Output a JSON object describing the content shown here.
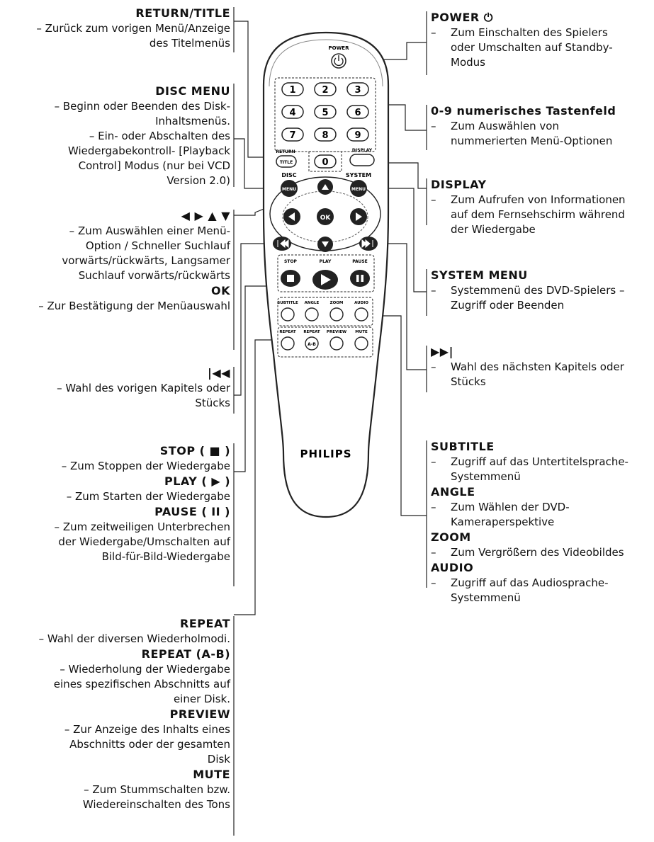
{
  "left": {
    "return_title": {
      "heading": "RETURN/TITLE",
      "lines": [
        "– Zurück zum vorigen Menü/Anzeige",
        "des Titelmenüs"
      ]
    },
    "disc_menu": {
      "heading": "DISC MENU",
      "lines": [
        "– Beginn oder Beenden des Disk-",
        "Inhaltsmenüs.",
        "– Ein- oder Abschalten des",
        "Wiedergabekontroll- [Playback",
        "Control] Modus (nur bei VCD",
        "Version 2.0)"
      ]
    },
    "arrows": {
      "heading": "◀ ▶ ▲ ▼",
      "lines": [
        "– Zum Auswählen einer Menü-",
        "Option / Schneller Suchlauf",
        "vorwärts/rückwärts, Langsamer",
        "Suchlauf vorwärts/rückwärts"
      ],
      "ok_heading": "OK",
      "ok_lines": [
        "– Zur Bestätigung der Menüauswahl"
      ]
    },
    "prev": {
      "heading": "|◀◀",
      "lines": [
        "– Wahl des vorigen Kapitels oder",
        "Stücks"
      ]
    },
    "stop": {
      "heading": "STOP ( ■ )",
      "lines": [
        "– Zum Stoppen der Wiedergabe"
      ]
    },
    "play": {
      "heading": "PLAY ( ▶ )",
      "lines": [
        "– Zum Starten der Wiedergabe"
      ]
    },
    "pause": {
      "heading": "PAUSE ( II )",
      "lines": [
        "– Zum zeitweiligen Unterbrechen",
        "der Wiedergabe/Umschalten auf",
        "Bild-für-Bild-Wiedergabe"
      ]
    },
    "repeat": {
      "heading": "REPEAT",
      "lines": [
        "– Wahl der diversen Wiederholmodi."
      ]
    },
    "repeat_ab": {
      "heading": "REPEAT (A-B)",
      "lines": [
        "– Wiederholung der Wiedergabe",
        "eines spezifischen Abschnitts auf",
        "einer Disk."
      ]
    },
    "preview": {
      "heading": "PREVIEW",
      "lines": [
        "– Zur Anzeige des Inhalts eines",
        "Abschnitts oder der gesamten",
        "Disk"
      ]
    },
    "mute": {
      "heading": "MUTE",
      "lines": [
        "– Zum Stummschalten bzw.",
        "Wiedereinschalten des Tons"
      ]
    }
  },
  "right": {
    "power": {
      "heading": "POWER ⏻",
      "dash": "–",
      "lines": [
        "Zum Einschalten des Spielers",
        "oder Umschalten auf Standby-",
        "Modus"
      ]
    },
    "numpad": {
      "heading": "0-9 numerisches Tastenfeld",
      "dash": "–",
      "lines": [
        "Zum Auswählen von",
        "nummerierten Menü-Optionen"
      ]
    },
    "display": {
      "heading": "DISPLAY",
      "dash": "–",
      "lines": [
        "Zum Aufrufen von Informationen",
        "auf dem Fernsehschirm während",
        "der Wiedergabe"
      ]
    },
    "system_menu": {
      "heading": "SYSTEM MENU",
      "dash": "–",
      "lines": [
        "Systemmenü des DVD-Spielers –",
        "Zugriff oder Beenden"
      ]
    },
    "next": {
      "heading": "▶▶|",
      "dash": "–",
      "lines": [
        "Wahl des nächsten Kapitels oder",
        "Stücks"
      ]
    },
    "subtitle": {
      "heading": "SUBTITLE",
      "dash": "–",
      "lines": [
        "Zugriff auf das Untertitelsprache-",
        "Systemmenü"
      ]
    },
    "angle": {
      "heading": "ANGLE",
      "dash": "–",
      "lines": [
        "Zum Wählen der DVD-",
        "Kameraperspektive"
      ]
    },
    "zoom": {
      "heading": "ZOOM",
      "dash": "–",
      "lines": [
        "Zum Vergrößern des Videobildes"
      ]
    },
    "audio": {
      "heading": "AUDIO",
      "dash": "–",
      "lines": [
        "Zugriff auf das Audiosprache-",
        "Systemmenü"
      ]
    }
  },
  "remote": {
    "power_label": "POWER",
    "digits": [
      "1",
      "2",
      "3",
      "4",
      "5",
      "6",
      "7",
      "8",
      "9",
      "0"
    ],
    "return_label": "RETURN",
    "title_btn": "TITLE",
    "display_label": "DISPLAY",
    "disc_label": "DISC",
    "system_label": "SYSTEM",
    "menu_btn": "MENU",
    "ok_btn": "OK",
    "stop_label": "STOP",
    "play_label": "PLAY",
    "pause_label": "PAUSE",
    "subtitle_label": "SUBTITLE",
    "angle_label": "ANGLE",
    "zoom_label": "ZOOM",
    "audio_label": "AUDIO",
    "repeat_label": "REPEAT",
    "repeat_ab_label": "REPEAT",
    "ab_btn": "A-B",
    "preview_label": "PREVIEW",
    "mute_label": "MUTE",
    "brand": "PHILIPS"
  }
}
